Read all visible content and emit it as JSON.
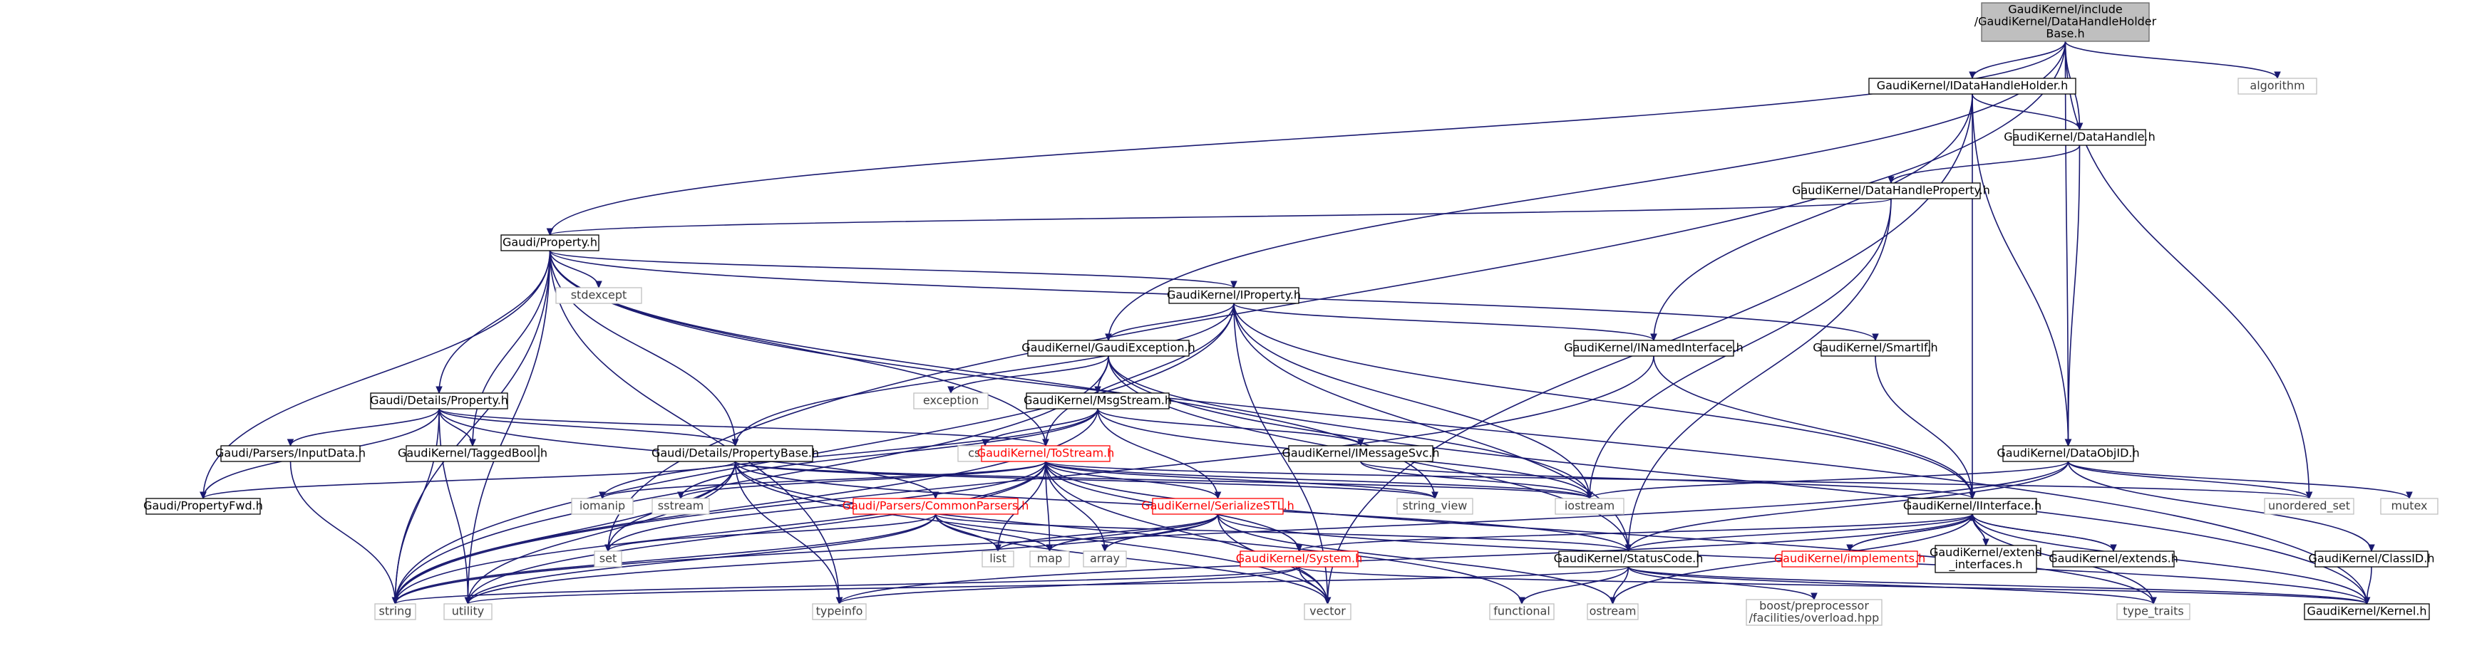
{
  "nodes": [
    {
      "id": "root",
      "lines": [
        "GaudiKernel/include",
        "/GaudiKernel/DataHandleHolder",
        "Base.h"
      ],
      "kind": "root"
    },
    {
      "id": "idhh",
      "lines": [
        "GaudiKernel/IDataHandleHolder.h"
      ],
      "kind": "doc"
    },
    {
      "id": "algorithm",
      "lines": [
        "algorithm"
      ],
      "kind": "sys"
    },
    {
      "id": "datahandle",
      "lines": [
        "GaudiKernel/DataHandle.h"
      ],
      "kind": "doc"
    },
    {
      "id": "dhprop",
      "lines": [
        "GaudiKernel/DataHandleProperty.h"
      ],
      "kind": "doc"
    },
    {
      "id": "gprop",
      "lines": [
        "Gaudi/Property.h"
      ],
      "kind": "doc"
    },
    {
      "id": "stdexcept",
      "lines": [
        "stdexcept"
      ],
      "kind": "sys"
    },
    {
      "id": "iprop",
      "lines": [
        "GaudiKernel/IProperty.h"
      ],
      "kind": "doc"
    },
    {
      "id": "gexc",
      "lines": [
        "GaudiKernel/GaudiException.h"
      ],
      "kind": "doc"
    },
    {
      "id": "inamed",
      "lines": [
        "GaudiKernel/INamedInterface.h"
      ],
      "kind": "doc"
    },
    {
      "id": "smartif",
      "lines": [
        "GaudiKernel/SmartIf.h"
      ],
      "kind": "doc"
    },
    {
      "id": "exception",
      "lines": [
        "exception"
      ],
      "kind": "sys"
    },
    {
      "id": "msgstream",
      "lines": [
        "GaudiKernel/MsgStream.h"
      ],
      "kind": "doc"
    },
    {
      "id": "detprop",
      "lines": [
        "Gaudi/Details/Property.h"
      ],
      "kind": "doc"
    },
    {
      "id": "inputdata",
      "lines": [
        "Gaudi/Parsers/InputData.h"
      ],
      "kind": "doc"
    },
    {
      "id": "taggedbool",
      "lines": [
        "GaudiKernel/TaggedBool.h"
      ],
      "kind": "doc"
    },
    {
      "id": "detpropbase",
      "lines": [
        "Gaudi/Details/PropertyBase.h"
      ],
      "kind": "doc"
    },
    {
      "id": "cstdio",
      "lines": [
        "cstdio"
      ],
      "kind": "sys"
    },
    {
      "id": "tostream",
      "lines": [
        "GaudiKernel/ToStream.h"
      ],
      "kind": "red"
    },
    {
      "id": "imsgsvc",
      "lines": [
        "GaudiKernel/IMessageSvc.h"
      ],
      "kind": "doc"
    },
    {
      "id": "dataobjid",
      "lines": [
        "GaudiKernel/DataObjID.h"
      ],
      "kind": "doc"
    },
    {
      "id": "mutex",
      "lines": [
        "mutex"
      ],
      "kind": "sys"
    },
    {
      "id": "propfwd",
      "lines": [
        "Gaudi/PropertyFwd.h"
      ],
      "kind": "doc"
    },
    {
      "id": "iomanip",
      "lines": [
        "iomanip"
      ],
      "kind": "sys"
    },
    {
      "id": "sstream",
      "lines": [
        "sstream"
      ],
      "kind": "sys"
    },
    {
      "id": "commonparsers",
      "lines": [
        "Gaudi/Parsers/CommonParsers.h"
      ],
      "kind": "red"
    },
    {
      "id": "serstl",
      "lines": [
        "GaudiKernel/SerializeSTL.h"
      ],
      "kind": "red"
    },
    {
      "id": "string_view",
      "lines": [
        "string_view"
      ],
      "kind": "sys"
    },
    {
      "id": "iostream",
      "lines": [
        "iostream"
      ],
      "kind": "sys"
    },
    {
      "id": "iinterface",
      "lines": [
        "GaudiKernel/IInterface.h"
      ],
      "kind": "doc"
    },
    {
      "id": "unordered_set",
      "lines": [
        "unordered_set"
      ],
      "kind": "sys"
    },
    {
      "id": "set",
      "lines": [
        "set"
      ],
      "kind": "sys"
    },
    {
      "id": "list",
      "lines": [
        "list"
      ],
      "kind": "sys"
    },
    {
      "id": "map",
      "lines": [
        "map"
      ],
      "kind": "sys"
    },
    {
      "id": "array",
      "lines": [
        "array"
      ],
      "kind": "sys"
    },
    {
      "id": "system",
      "lines": [
        "GaudiKernel/System.h"
      ],
      "kind": "red"
    },
    {
      "id": "statuscode",
      "lines": [
        "GaudiKernel/StatusCode.h"
      ],
      "kind": "doc"
    },
    {
      "id": "implements",
      "lines": [
        "GaudiKernel/implements.h"
      ],
      "kind": "red"
    },
    {
      "id": "extifaces",
      "lines": [
        "GaudiKernel/extend",
        "_interfaces.h"
      ],
      "kind": "doc"
    },
    {
      "id": "extends",
      "lines": [
        "GaudiKernel/extends.h"
      ],
      "kind": "doc"
    },
    {
      "id": "classid",
      "lines": [
        "GaudiKernel/ClassID.h"
      ],
      "kind": "doc"
    },
    {
      "id": "string",
      "lines": [
        "string"
      ],
      "kind": "sys"
    },
    {
      "id": "utility",
      "lines": [
        "utility"
      ],
      "kind": "sys"
    },
    {
      "id": "typeinfo",
      "lines": [
        "typeinfo"
      ],
      "kind": "sys"
    },
    {
      "id": "vector",
      "lines": [
        "vector"
      ],
      "kind": "sys"
    },
    {
      "id": "functional",
      "lines": [
        "functional"
      ],
      "kind": "sys"
    },
    {
      "id": "ostream",
      "lines": [
        "ostream"
      ],
      "kind": "sys"
    },
    {
      "id": "boostpp",
      "lines": [
        "boost/preprocessor",
        "/facilities/overload.hpp"
      ],
      "kind": "sys"
    },
    {
      "id": "type_traits",
      "lines": [
        "type_traits"
      ],
      "kind": "sys"
    },
    {
      "id": "kernel",
      "lines": [
        "GaudiKernel/Kernel.h"
      ],
      "kind": "doc"
    }
  ],
  "edges": [
    [
      "root",
      "idhh"
    ],
    [
      "root",
      "algorithm"
    ],
    [
      "root",
      "datahandle"
    ],
    [
      "root",
      "gprop"
    ],
    [
      "root",
      "gexc"
    ],
    [
      "root",
      "dataobjid"
    ],
    [
      "root",
      "unordered_set"
    ],
    [
      "root",
      "set"
    ],
    [
      "idhh",
      "datahandle"
    ],
    [
      "idhh",
      "inamed"
    ],
    [
      "idhh",
      "dataobjid"
    ],
    [
      "idhh",
      "iinterface"
    ],
    [
      "idhh",
      "vector"
    ],
    [
      "datahandle",
      "dhprop"
    ],
    [
      "datahandle",
      "dataobjid"
    ],
    [
      "dhprop",
      "gprop"
    ],
    [
      "dhprop",
      "statuscode"
    ],
    [
      "dhprop",
      "iostream"
    ],
    [
      "gprop",
      "stdexcept"
    ],
    [
      "gprop",
      "iprop"
    ],
    [
      "gprop",
      "smartif"
    ],
    [
      "gprop",
      "detprop"
    ],
    [
      "gprop",
      "taggedbool"
    ],
    [
      "gprop",
      "detpropbase"
    ],
    [
      "gprop",
      "tostream"
    ],
    [
      "gprop",
      "propfwd"
    ],
    [
      "gprop",
      "string"
    ],
    [
      "gprop",
      "utility"
    ],
    [
      "gprop",
      "typeinfo"
    ],
    [
      "gprop",
      "string_view"
    ],
    [
      "gprop",
      "kernel"
    ],
    [
      "iprop",
      "gexc"
    ],
    [
      "iprop",
      "inamed"
    ],
    [
      "iprop",
      "iinterface"
    ],
    [
      "iprop",
      "tostream"
    ],
    [
      "iprop",
      "detpropbase"
    ],
    [
      "iprop",
      "iostream"
    ],
    [
      "iprop",
      "string"
    ],
    [
      "iprop",
      "vector"
    ],
    [
      "iprop",
      "statuscode"
    ],
    [
      "gexc",
      "exception"
    ],
    [
      "gexc",
      "msgstream"
    ],
    [
      "gexc",
      "iostream"
    ],
    [
      "gexc",
      "string"
    ],
    [
      "gexc",
      "statuscode"
    ],
    [
      "gexc",
      "kernel"
    ],
    [
      "inamed",
      "iinterface"
    ],
    [
      "inamed",
      "string"
    ],
    [
      "smartif",
      "iinterface"
    ],
    [
      "msgstream",
      "cstdio"
    ],
    [
      "msgstream",
      "imsgsvc"
    ],
    [
      "msgstream",
      "serstl"
    ],
    [
      "msgstream",
      "iomanip"
    ],
    [
      "msgstream",
      "sstream"
    ],
    [
      "msgstream",
      "string"
    ],
    [
      "msgstream",
      "iostream"
    ],
    [
      "detprop",
      "inputdata"
    ],
    [
      "detprop",
      "taggedbool"
    ],
    [
      "detprop",
      "detpropbase"
    ],
    [
      "detprop",
      "tostream"
    ],
    [
      "detprop",
      "commonparsers"
    ],
    [
      "detprop",
      "propfwd"
    ],
    [
      "detprop",
      "string"
    ],
    [
      "detprop",
      "utility"
    ],
    [
      "inputdata",
      "string"
    ],
    [
      "detpropbase",
      "propfwd"
    ],
    [
      "detpropbase",
      "string_view"
    ],
    [
      "detpropbase",
      "iostream"
    ],
    [
      "detpropbase",
      "string"
    ],
    [
      "detpropbase",
      "set"
    ],
    [
      "detpropbase",
      "utility"
    ],
    [
      "detpropbase",
      "typeinfo"
    ],
    [
      "detpropbase",
      "vector"
    ],
    [
      "detpropbase",
      "statuscode"
    ],
    [
      "detpropbase",
      "functional"
    ],
    [
      "tostream",
      "iomanip"
    ],
    [
      "tostream",
      "sstream"
    ],
    [
      "tostream",
      "serstl"
    ],
    [
      "tostream",
      "string_view"
    ],
    [
      "tostream",
      "iostream"
    ],
    [
      "tostream",
      "list"
    ],
    [
      "tostream",
      "map"
    ],
    [
      "tostream",
      "array"
    ],
    [
      "tostream",
      "set"
    ],
    [
      "tostream",
      "string"
    ],
    [
      "tostream",
      "vector"
    ],
    [
      "tostream",
      "type_traits"
    ],
    [
      "tostream",
      "unordered_set"
    ],
    [
      "tostream",
      "system"
    ],
    [
      "tostream",
      "utility"
    ],
    [
      "imsgsvc",
      "iinterface"
    ],
    [
      "imsgsvc",
      "iostream"
    ],
    [
      "dataobjid",
      "iostream"
    ],
    [
      "dataobjid",
      "mutex"
    ],
    [
      "dataobjid",
      "unordered_set"
    ],
    [
      "dataobjid",
      "classid"
    ],
    [
      "dataobjid",
      "statuscode"
    ],
    [
      "dataobjid",
      "string"
    ],
    [
      "commonparsers",
      "statuscode"
    ],
    [
      "commonparsers",
      "list"
    ],
    [
      "commonparsers",
      "map"
    ],
    [
      "commonparsers",
      "set"
    ],
    [
      "commonparsers",
      "string"
    ],
    [
      "commonparsers",
      "vector"
    ],
    [
      "commonparsers",
      "utility"
    ],
    [
      "serstl",
      "map"
    ],
    [
      "serstl",
      "array"
    ],
    [
      "serstl",
      "list"
    ],
    [
      "serstl",
      "ostream"
    ],
    [
      "serstl",
      "vector"
    ],
    [
      "serstl",
      "kernel"
    ],
    [
      "serstl",
      "utility"
    ],
    [
      "iinterface",
      "system"
    ],
    [
      "iinterface",
      "statuscode"
    ],
    [
      "iinterface",
      "implements"
    ],
    [
      "iinterface",
      "extifaces"
    ],
    [
      "iinterface",
      "extends"
    ],
    [
      "iinterface",
      "kernel"
    ],
    [
      "iinterface",
      "ostream"
    ],
    [
      "iinterface",
      "type_traits"
    ],
    [
      "iinterface",
      "typeinfo"
    ],
    [
      "implements",
      "iinterface"
    ],
    [
      "extifaces",
      "iinterface"
    ],
    [
      "extends",
      "iinterface"
    ],
    [
      "system",
      "kernel"
    ],
    [
      "system",
      "string"
    ],
    [
      "system",
      "typeinfo"
    ],
    [
      "system",
      "vector"
    ],
    [
      "statuscode",
      "boostpp"
    ],
    [
      "statuscode",
      "functional"
    ],
    [
      "statuscode",
      "ostream"
    ],
    [
      "statuscode",
      "type_traits"
    ],
    [
      "statuscode",
      "kernel"
    ],
    [
      "statuscode",
      "utility"
    ],
    [
      "classid",
      "kernel"
    ]
  ]
}
